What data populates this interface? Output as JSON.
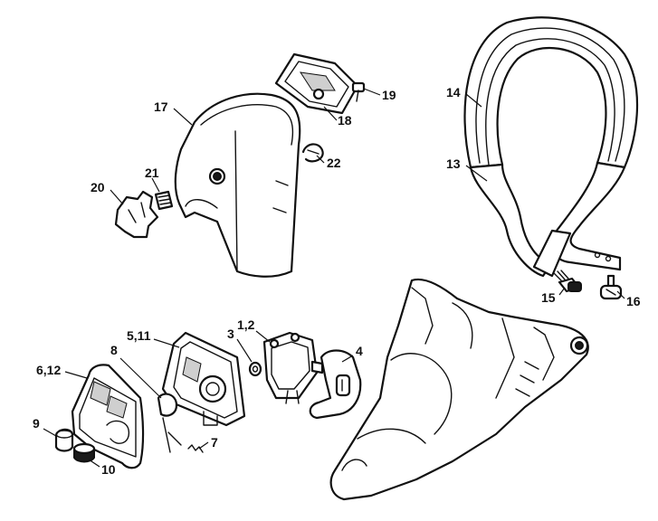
{
  "diagram": {
    "callouts": [
      {
        "id": "c14",
        "label": "14"
      },
      {
        "id": "c13",
        "label": "13"
      },
      {
        "id": "c15",
        "label": "15"
      },
      {
        "id": "c16",
        "label": "16"
      },
      {
        "id": "c17",
        "label": "17"
      },
      {
        "id": "c18",
        "label": "18"
      },
      {
        "id": "c19",
        "label": "19"
      },
      {
        "id": "c20",
        "label": "20"
      },
      {
        "id": "c21",
        "label": "21"
      },
      {
        "id": "c22",
        "label": "22"
      },
      {
        "id": "c1_2",
        "label": "1,2"
      },
      {
        "id": "c3",
        "label": "3"
      },
      {
        "id": "c4",
        "label": "4"
      },
      {
        "id": "c5_11",
        "label": "5,11"
      },
      {
        "id": "c6_12",
        "label": "6,12"
      },
      {
        "id": "c7",
        "label": "7"
      },
      {
        "id": "c8",
        "label": "8"
      },
      {
        "id": "c9",
        "label": "9"
      },
      {
        "id": "c10",
        "label": "10"
      }
    ]
  }
}
